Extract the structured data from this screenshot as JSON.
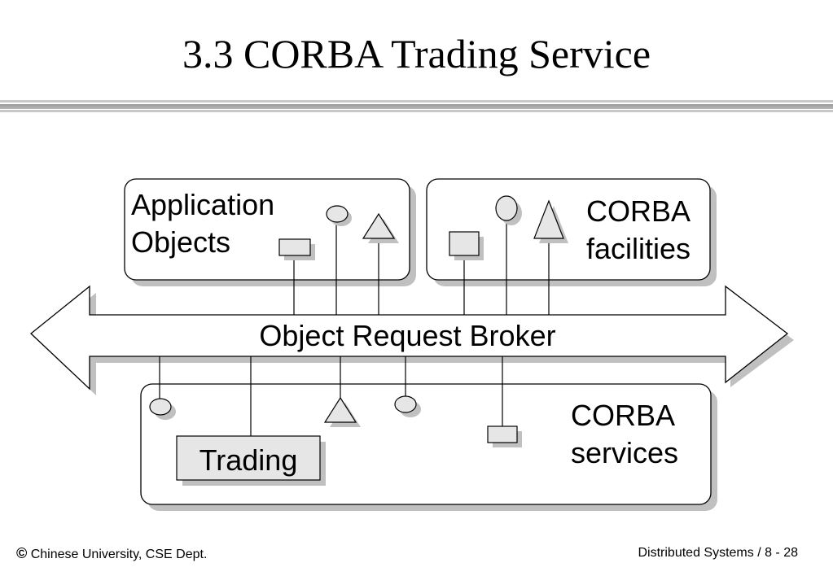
{
  "slide": {
    "title": "3.3 CORBA Trading Service"
  },
  "diagram": {
    "application_objects_line1": "Application",
    "application_objects_line2": "Objects",
    "corba_facilities_line1": "CORBA",
    "corba_facilities_line2": "facilities",
    "orb_label": "Object Request Broker",
    "corba_services_line1": "CORBA",
    "corba_services_line2": "services",
    "trading_label": "Trading"
  },
  "footer": {
    "copyright_symbol": "©",
    "left_text": " Chinese University, CSE Dept.",
    "right_text": "Distributed Systems / 8 - 28"
  },
  "colors": {
    "shadow": "#c0c0c0",
    "shape_fill": "#e6e6e6",
    "box_fill": "#ffffff",
    "stroke": "#000000"
  }
}
